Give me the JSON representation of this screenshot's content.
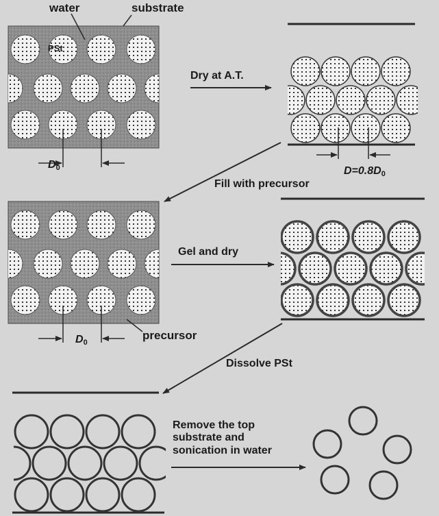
{
  "labels": {
    "water": "water",
    "substrate": "substrate",
    "pst": "PSt",
    "dry_at_at": "Dry at A.T.",
    "fill_with_precursor": "Fill with precursor",
    "gel_and_dry": "Gel and dry",
    "precursor": "precursor",
    "dissolve_pst": "Dissolve PSt",
    "remove_line1": "Remove the top",
    "remove_line2": "substrate and",
    "remove_line3": "sonication in water"
  },
  "dimensions": {
    "d_symbol": "D",
    "d0_subscript": "0",
    "shrink_label_prefix": "D=0.8",
    "shrink_factor": 0.8
  },
  "colors": {
    "background": "#d6d6d6",
    "medium_fill": "#8e8e8e",
    "particle_fill": "#f2f2f2",
    "ink": "#2a2a2a"
  }
}
